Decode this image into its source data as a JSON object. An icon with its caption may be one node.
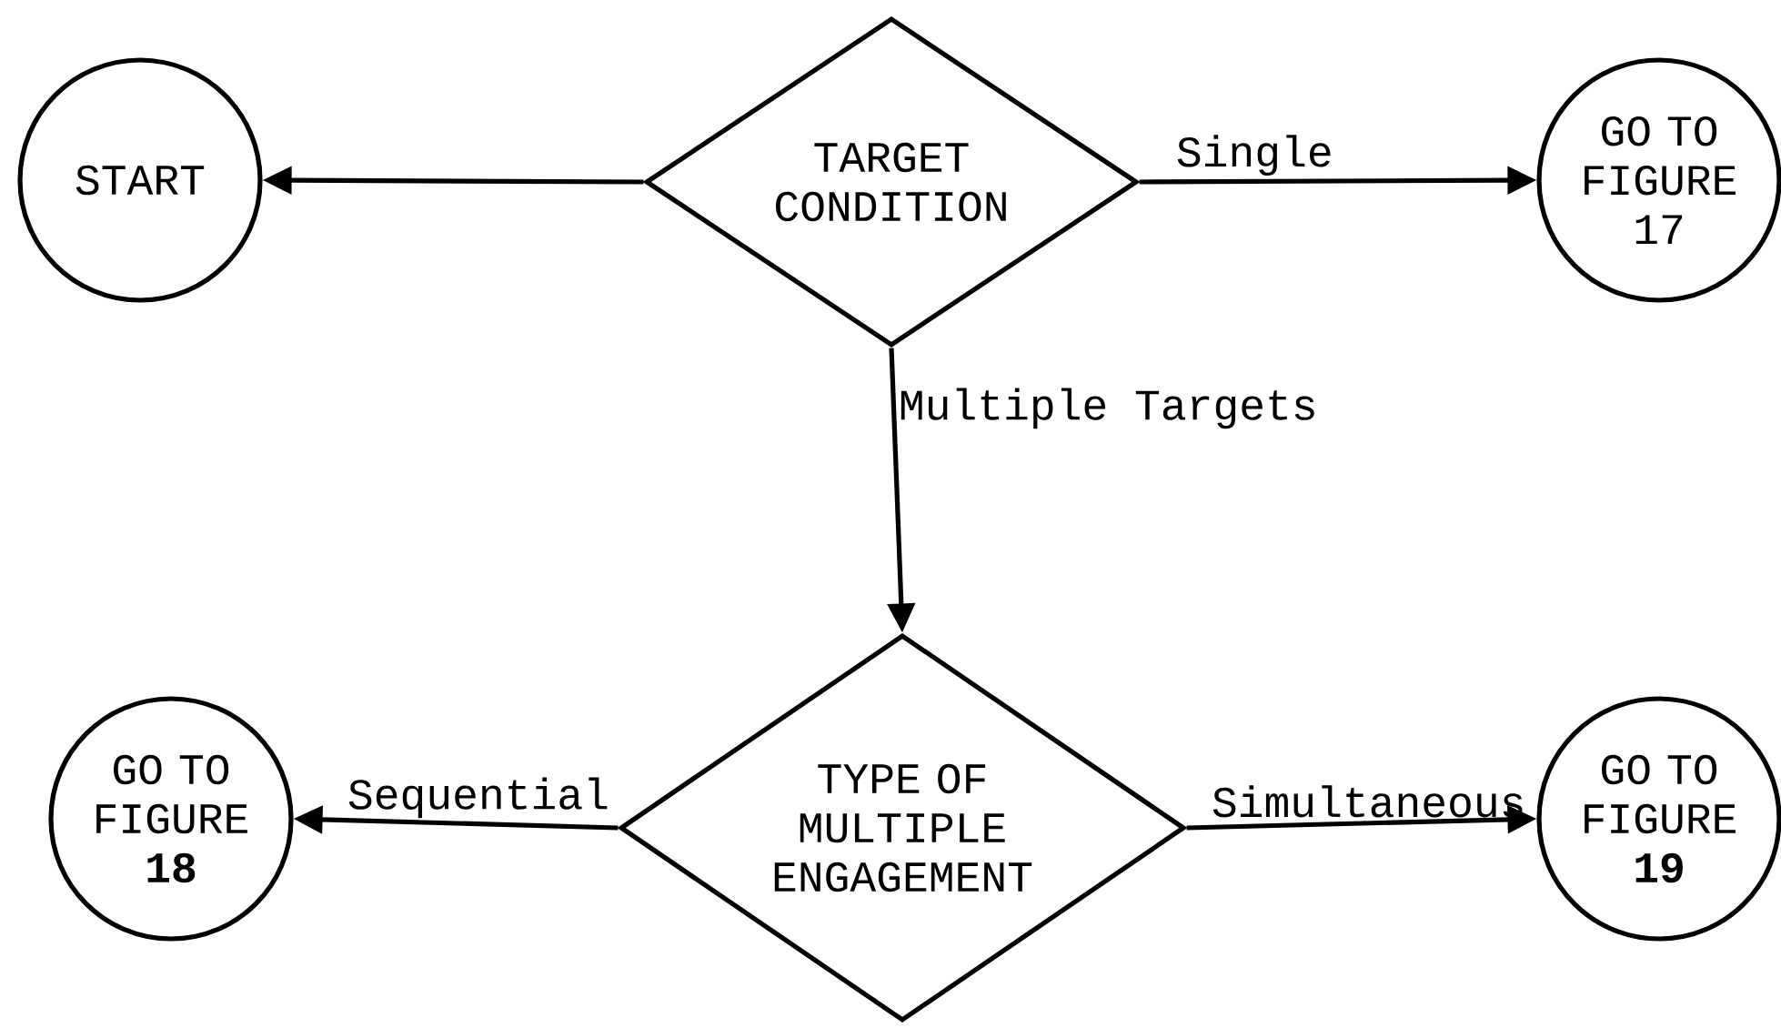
{
  "diagram": {
    "nodes": [
      {
        "text": [
          "START"
        ]
      },
      {
        "text": [
          "TARGET CONDITION"
        ]
      },
      {
        "text": [
          "GO TO FIGURE 17"
        ]
      },
      {
        "text": [
          "GO TO FIGURE **18**"
        ]
      },
      {
        "text": [
          "TYPE OF MULTIPLE ENGAGEMENT"
        ]
      },
      {
        "text": [
          "GO TO FIGURE **19**"
        ]
      }
    ],
    "edges": [
      {
        "from": 1,
        "to": 0,
        "arrow": "to"
      },
      {
        "from": 1,
        "to": 2,
        "arrow": "to",
        "label": "Single"
      },
      {
        "from": 1,
        "to": 4,
        "arrow": "to",
        "label": "Multiple Targets"
      },
      {
        "from": 4,
        "to": 3,
        "arrow": "to",
        "label": "Sequential"
      },
      {
        "from": 4,
        "to": 5,
        "arrow": "to",
        "label": "Simultaneous"
      }
    ]
  }
}
